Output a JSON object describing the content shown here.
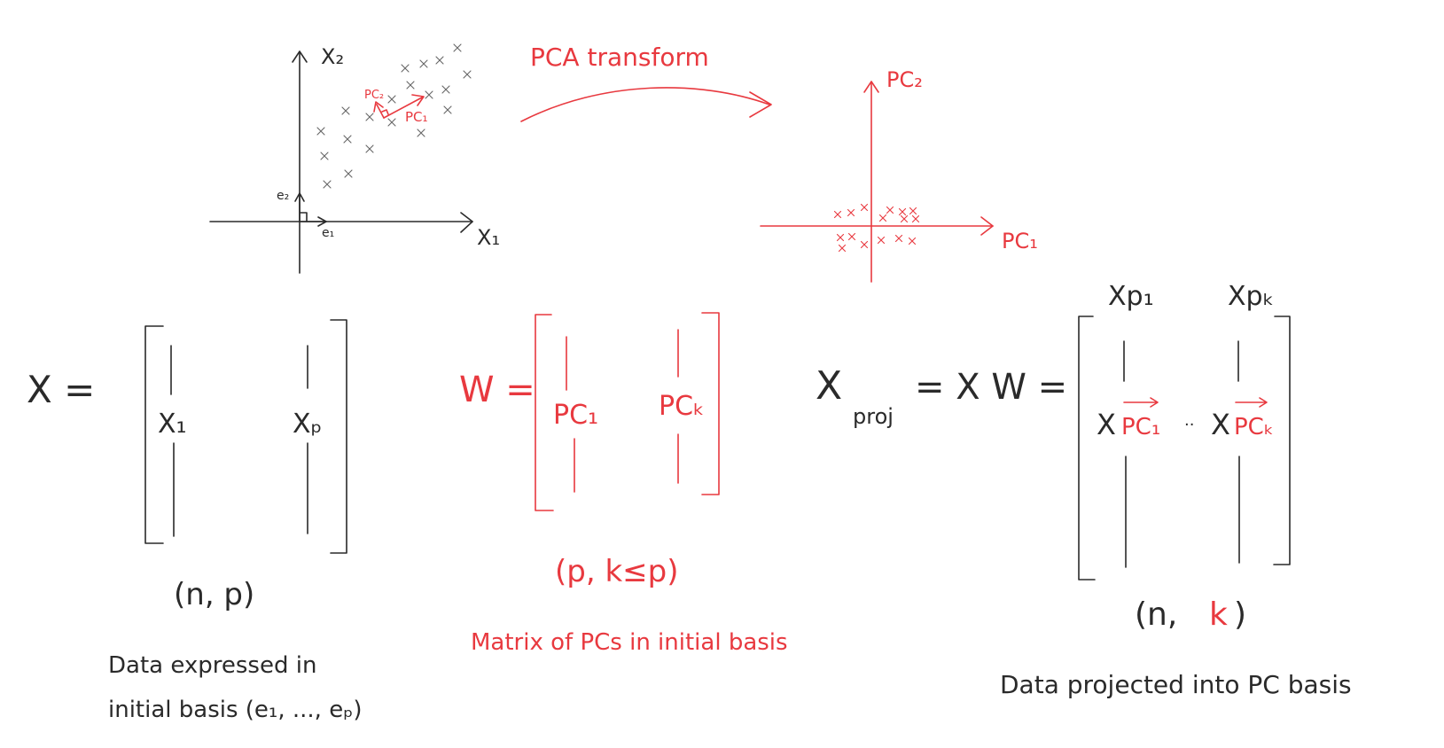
{
  "colors": {
    "ink": "#2a2a2a",
    "accent": "#e8393f"
  },
  "top_left_plot": {
    "axis_y": "X₂",
    "axis_x": "X₁",
    "basis_e2": "e₂",
    "basis_e1": "e₁",
    "pc2": "PC₂",
    "pc1": "PC₁"
  },
  "transform_label": "PCA transform",
  "top_right_plot": {
    "axis_y": "PC₂",
    "axis_x": "PC₁"
  },
  "matrix_x": {
    "lhs": "X =",
    "col1": "X₁",
    "colp": "Xₚ",
    "shape": "(n, p)",
    "caption_line1": "Data expressed in",
    "caption_line2": "initial basis (e₁, ..., eₚ)"
  },
  "matrix_w": {
    "lhs": "W =",
    "col1": "PC₁",
    "colk": "PCₖ",
    "shape": "(p, k≤p)",
    "caption": "Matrix of PCs in initial basis"
  },
  "matrix_proj": {
    "lhs_X": "X",
    "lhs_sub": "proj",
    "lhs_rest": "= X W =",
    "head1": "Xp₁",
    "headk": "Xpₖ",
    "cell1_X": "X",
    "cell1_pc": "PC₁",
    "dots": "··",
    "cellk_X": "X",
    "cellk_pc": "PCₖ",
    "shape_open": "(n,",
    "shape_k": "k",
    "shape_close": ")",
    "caption": "Data projected into PC basis"
  }
}
